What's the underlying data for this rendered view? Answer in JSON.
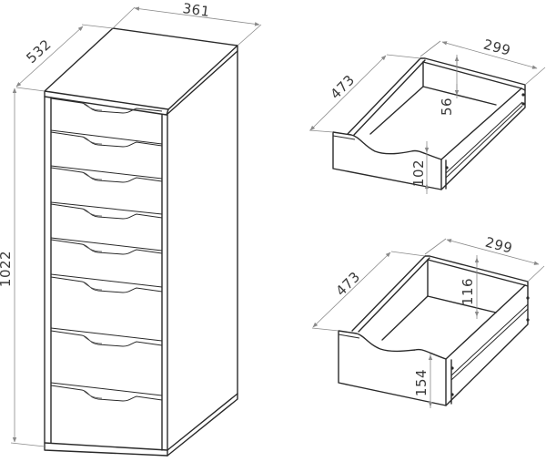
{
  "cabinet": {
    "width_label": "361",
    "depth_label": "532",
    "height_label": "1022",
    "drawer_count": 8
  },
  "small_drawer": {
    "width_label": "299",
    "depth_label": "473",
    "inner_height_label": "56",
    "front_height_label": "102"
  },
  "large_drawer": {
    "width_label": "299",
    "depth_label": "473",
    "inner_height_label": "116",
    "front_height_label": "154"
  },
  "colors": {
    "line": "#2a2a2a",
    "dimension": "#8a8a8a",
    "background": "#ffffff"
  }
}
